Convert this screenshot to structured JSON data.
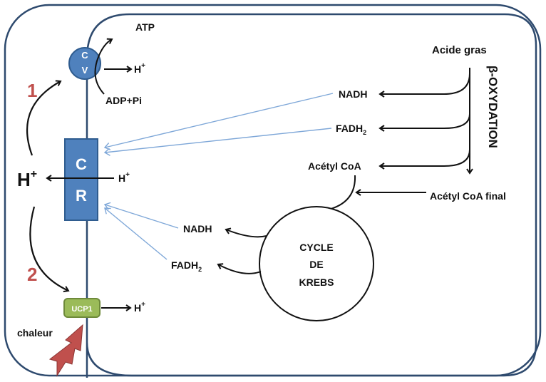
{
  "colors": {
    "membrane": "#2e4a6e",
    "complex_fill": "#4f81bd",
    "complex_stroke": "#2f5c8f",
    "ucp_fill": "#9bbb59",
    "ucp_stroke": "#6e8a3a",
    "accent_number": "#c0504d",
    "thin_arrow": "#7ea7d8",
    "heat": "#c0504d"
  },
  "labels": {
    "atp": "ATP",
    "cv_top": "C",
    "cv_bottom": "V",
    "h_plus_cv": "H",
    "adp_pi": "ADP+Pi",
    "cr_top": "C",
    "cr_bottom": "R",
    "h_plus_big": "H",
    "h_plus_cr": "H",
    "ucp1": "UCP1",
    "h_plus_ucp": "H",
    "chaleur": "chaleur",
    "plus": "+",
    "step_1": "1",
    "step_2": "2"
  },
  "beta": {
    "acide_gras": "Acide gras",
    "oxidation": "β-OXYDATION",
    "nadh": "NADH",
    "fadh": "FADH",
    "fadh_sub": "2",
    "acetyl_coa": "Acétyl CoA",
    "acetyl_coa_final": "Acétyl CoA final"
  },
  "krebs": {
    "line1": "CYCLE",
    "line2": "DE",
    "line3": "KREBS",
    "nadh": "NADH",
    "fadh": "FADH",
    "fadh_sub": "2"
  }
}
